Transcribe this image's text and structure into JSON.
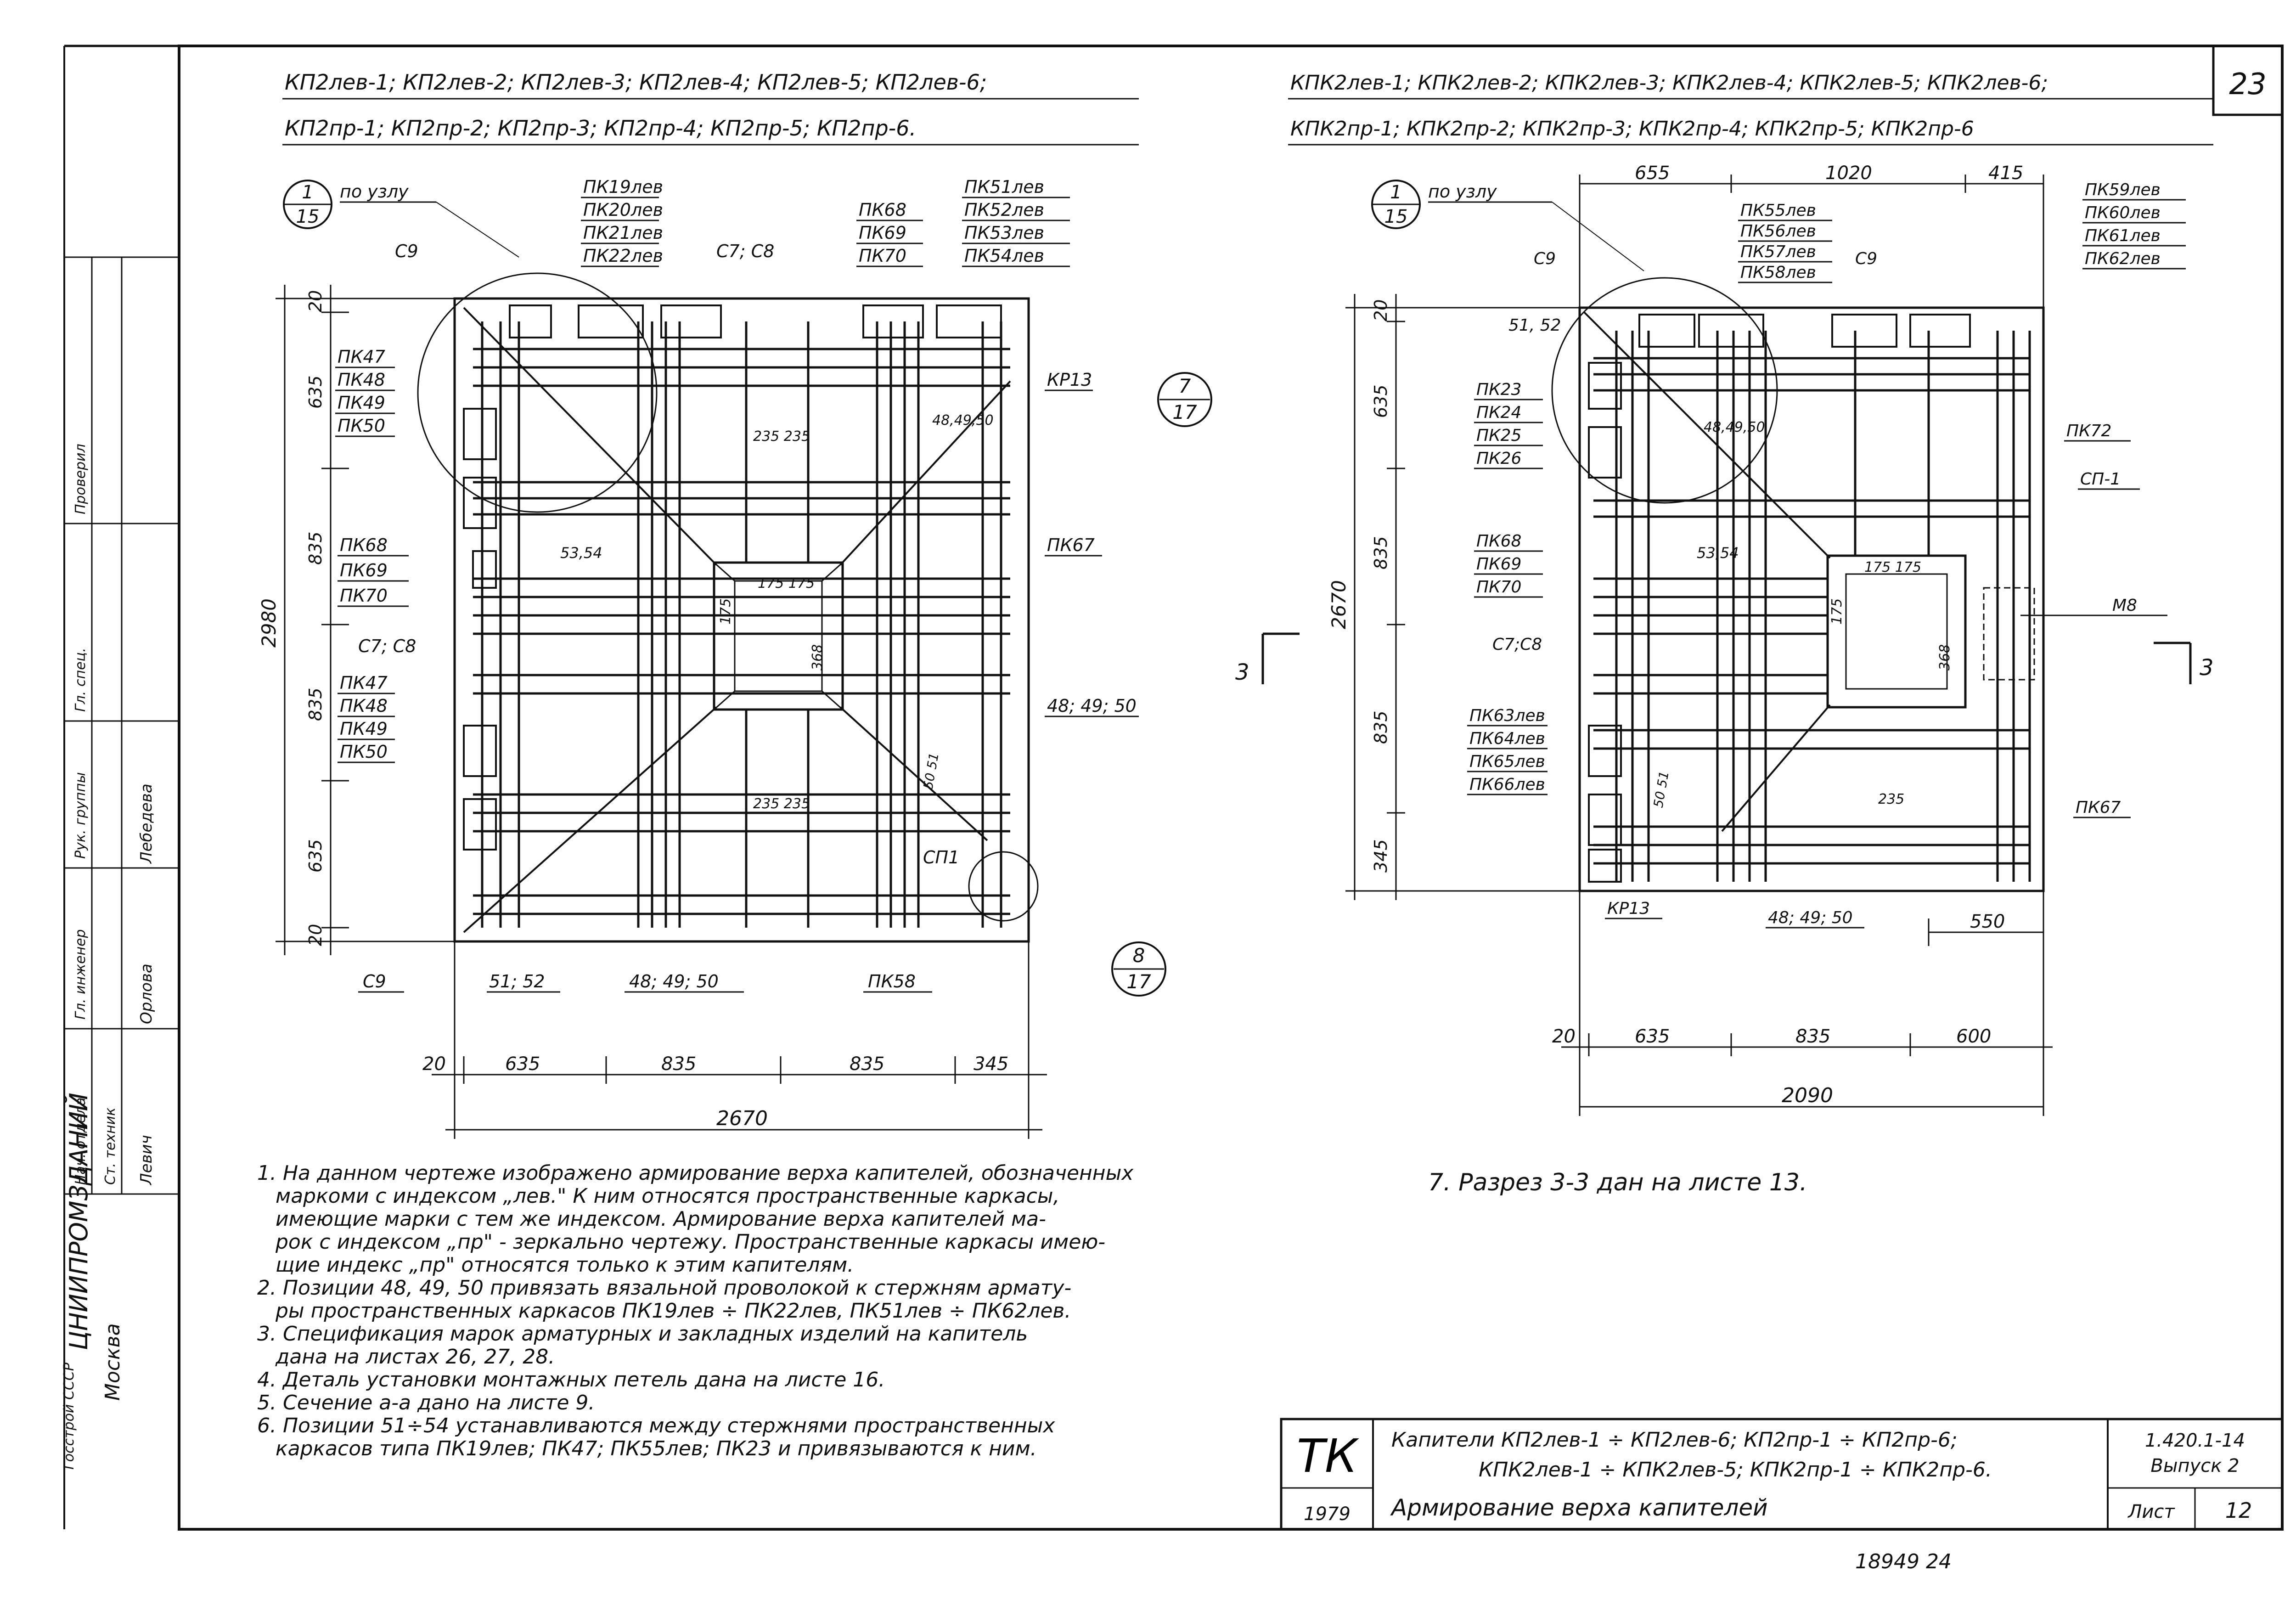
{
  "sheet_number_corner": "23",
  "left_drawing": {
    "title_line1": "КП2лев-1; КП2лев-2; КП2лев-3; КП2лев-4; КП2лев-5; КП2лев-6;",
    "title_line2": "КП2пр-1; КП2пр-2; КП2пр-3; КП2пр-4; КП2пр-5; КП2пр-6.",
    "node_ref_top": "1",
    "node_ref_bottom": "15",
    "node_label": "по узлу",
    "labels": {
      "pk19_22": [
        "ПК19лев",
        "ПК20лев",
        "ПК21лев",
        "ПК22лев"
      ],
      "pk68_70_top": [
        "ПК68",
        "ПК69",
        "ПК70"
      ],
      "pk51_54": [
        "ПК51лев",
        "ПК52лев",
        "ПК53лев",
        "ПК54лев"
      ],
      "pk47_50_top": [
        "ПК47",
        "ПК48",
        "ПК49",
        "ПК50"
      ],
      "pk68_70_mid": [
        "ПК68",
        "ПК69",
        "ПК70"
      ],
      "pk47_50_bottom": [
        "ПК47",
        "ПК48",
        "ПК49",
        "ПК50"
      ],
      "c9_top": "С9",
      "c7c8_top": "С7; С8",
      "c7c8_left": "С7; С8",
      "kr13": "КР13",
      "pk67": "ПК67",
      "pos_48_49_50_right": "48; 49; 50",
      "cp1": "СП1",
      "c9_bottom": "С9",
      "pos_51_52": "51; 52",
      "pos_48_49_50_bottom": "48; 49; 50",
      "pk58": "ПК58",
      "pos_53_54": "53,54",
      "dim_235_235_top": "235 235",
      "dim_235_235_bottom": "235 235",
      "dim_175_175": "175 175",
      "dim_175_v": "175",
      "dim_368": "368",
      "dim_48_49_50_diag": "48,49,50",
      "dim_50_51": "50 51"
    },
    "callout_7_17": {
      "top": "7",
      "bottom": "17"
    },
    "callout_8_17": {
      "top": "8",
      "bottom": "17"
    },
    "dims_vertical": [
      "20",
      "635",
      "835",
      "835",
      "635",
      "20"
    ],
    "dim_total_vertical": "2980",
    "dims_horizontal": [
      "20",
      "635",
      "835",
      "835",
      "345"
    ],
    "dim_total_horizontal": "2670"
  },
  "right_drawing": {
    "title_line1": "КПК2лев-1; КПК2лев-2; КПК2лев-3; КПК2лев-4; КПК2лев-5; КПК2лев-6;",
    "title_line2": "КПК2пр-1; КПК2пр-2; КПК2пр-3; КПК2пр-4; КПК2пр-5; КПК2пр-6",
    "node_ref_top": "1",
    "node_ref_bottom": "15",
    "node_label": "по узлу",
    "labels": {
      "pk55_58": [
        "ПК55лев",
        "ПК56лев",
        "ПК57лев",
        "ПК58лев"
      ],
      "pk59_62": [
        "ПК59лев",
        "ПК60лев",
        "ПК61лев",
        "ПК62лев"
      ],
      "pk23_26": [
        "ПК23",
        "ПК24",
        "ПК25",
        "ПК26"
      ],
      "pk68_70": [
        "ПК68",
        "ПК69",
        "ПК70"
      ],
      "pk63_66": [
        "ПК63лев",
        "ПК64лев",
        "ПК65лев",
        "ПК66лев"
      ],
      "c9_left": "С9",
      "c9_top": "С9",
      "pos_51_52": "51, 52",
      "pk72": "ПК72",
      "cp1": "СП-1",
      "m8": "М8",
      "pos_53_54": "53,54",
      "c7c8": "С7;С8",
      "pk67": "ПК67",
      "kr13": "КР13",
      "pos_48_49_50": "48; 49; 50",
      "dim_48_49_50_diag": "48,49,50",
      "dim_175_175": "175 175",
      "dim_175_v": "175",
      "dim_368": "368",
      "dim_235": "235",
      "dim_50_51": "50 51"
    },
    "section_mark": "3",
    "dims_top": [
      "655",
      "1020",
      "415"
    ],
    "dims_vertical": [
      "20",
      "635",
      "835",
      "835",
      "345"
    ],
    "dim_total_vertical": "2670",
    "dim_550": "550",
    "dims_horizontal": [
      "20",
      "635",
      "835",
      "600"
    ],
    "dim_total_horizontal": "2090"
  },
  "notes_left": [
    "1. На данном чертеже изображено армирование верха капителей, обозначенных",
    "маркоми с индексом „лев.\" К ним относятся пространственные каркасы,",
    "имеющие марки с тем же индексом. Армирование верха капителей ма-",
    "рок с индексом „пр\" - зеркально чертежу. Пространственные каркасы имею-",
    "щие индекс „пр\" относятся только к этим капителям.",
    "2. Позиции 48, 49, 50 привязать вязальной проволокой к стержням армату-",
    "ры пространственных каркасов ПК19лев ÷ ПК22лев, ПК51лев ÷ ПК62лев.",
    "3. Спецификация марок арматурных и закладных изделий на капитель",
    "дана на листах 26, 27, 28.",
    "4. Деталь установки монтажных петель дана на листе 16.",
    "5. Сечение а-а дано на листе 9.",
    "6. Позиции 51÷54 устанавливаются между стержнями пространственных",
    "каркасов типа ПК19лев; ПК47; ПК55лев; ПК23 и привязываются к ним."
  ],
  "note_right": "7. Разрез 3-3 дан на листе 13.",
  "title_block": {
    "tk": "ТК",
    "year": "1979",
    "line1": "Капители КП2лев-1 ÷ КП2лев-6; КП2пр-1 ÷ КП2пр-6;",
    "line2": "КПК2лев-1 ÷ КПК2лев-5; КПК2пр-1 ÷ КПК2пр-6.",
    "line3": "Армирование верха капителей",
    "code": "1.420.1-14",
    "issue": "Выпуск 2",
    "sheet_label": "Лист",
    "sheet_number": "12"
  },
  "side_stamp": {
    "org": "ЦНИИПРОМЗДАНИЙ",
    "city": "Москва",
    "gosstroy": "Госстрой СССР",
    "roles": [
      "Нач. отдела",
      "Гл. инженер",
      "Рук. группы",
      "Ст. техник",
      "Гл. спец.",
      "Проверил"
    ],
    "names": [
      "Лебедева",
      "Орлова",
      "Левич"
    ]
  },
  "bottom_inventory": "18949   24"
}
